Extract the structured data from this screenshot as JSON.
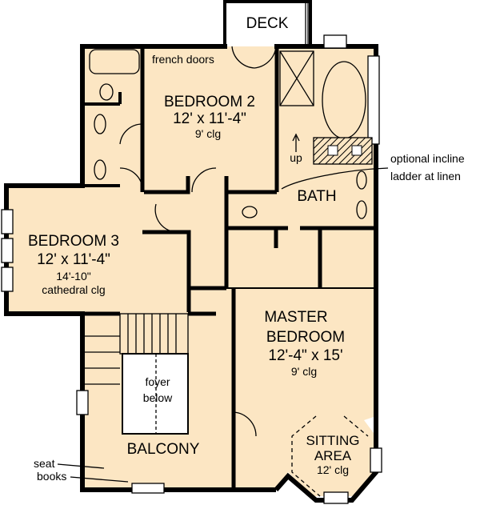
{
  "plan": {
    "fill_color": "#FCE6C3",
    "deck": "DECK",
    "french_doors": "french doors",
    "bedroom2": {
      "name": "BEDROOM 2",
      "size": "12' x 11'-4\"",
      "ceiling": "9' clg"
    },
    "bedroom3": {
      "name": "BEDROOM 3",
      "size": "12' x 11'-4\"",
      "ceiling_height": "14'-10\"",
      "ceiling": "cathedral clg"
    },
    "bath": "BATH",
    "up": "up",
    "ladder_note_1": "optional incline",
    "ladder_note_2": "ladder at linen",
    "master": {
      "name_1": "MASTER",
      "name_2": "BEDROOM",
      "size": "12'-4\"  x 15'",
      "ceiling": "9' clg"
    },
    "sitting": {
      "name_1": "SITTING",
      "name_2": "AREA",
      "ceiling": "12' clg"
    },
    "foyer_1": "foyer",
    "foyer_2": "below",
    "balcony": "BALCONY",
    "seat": "seat",
    "books": "books"
  }
}
